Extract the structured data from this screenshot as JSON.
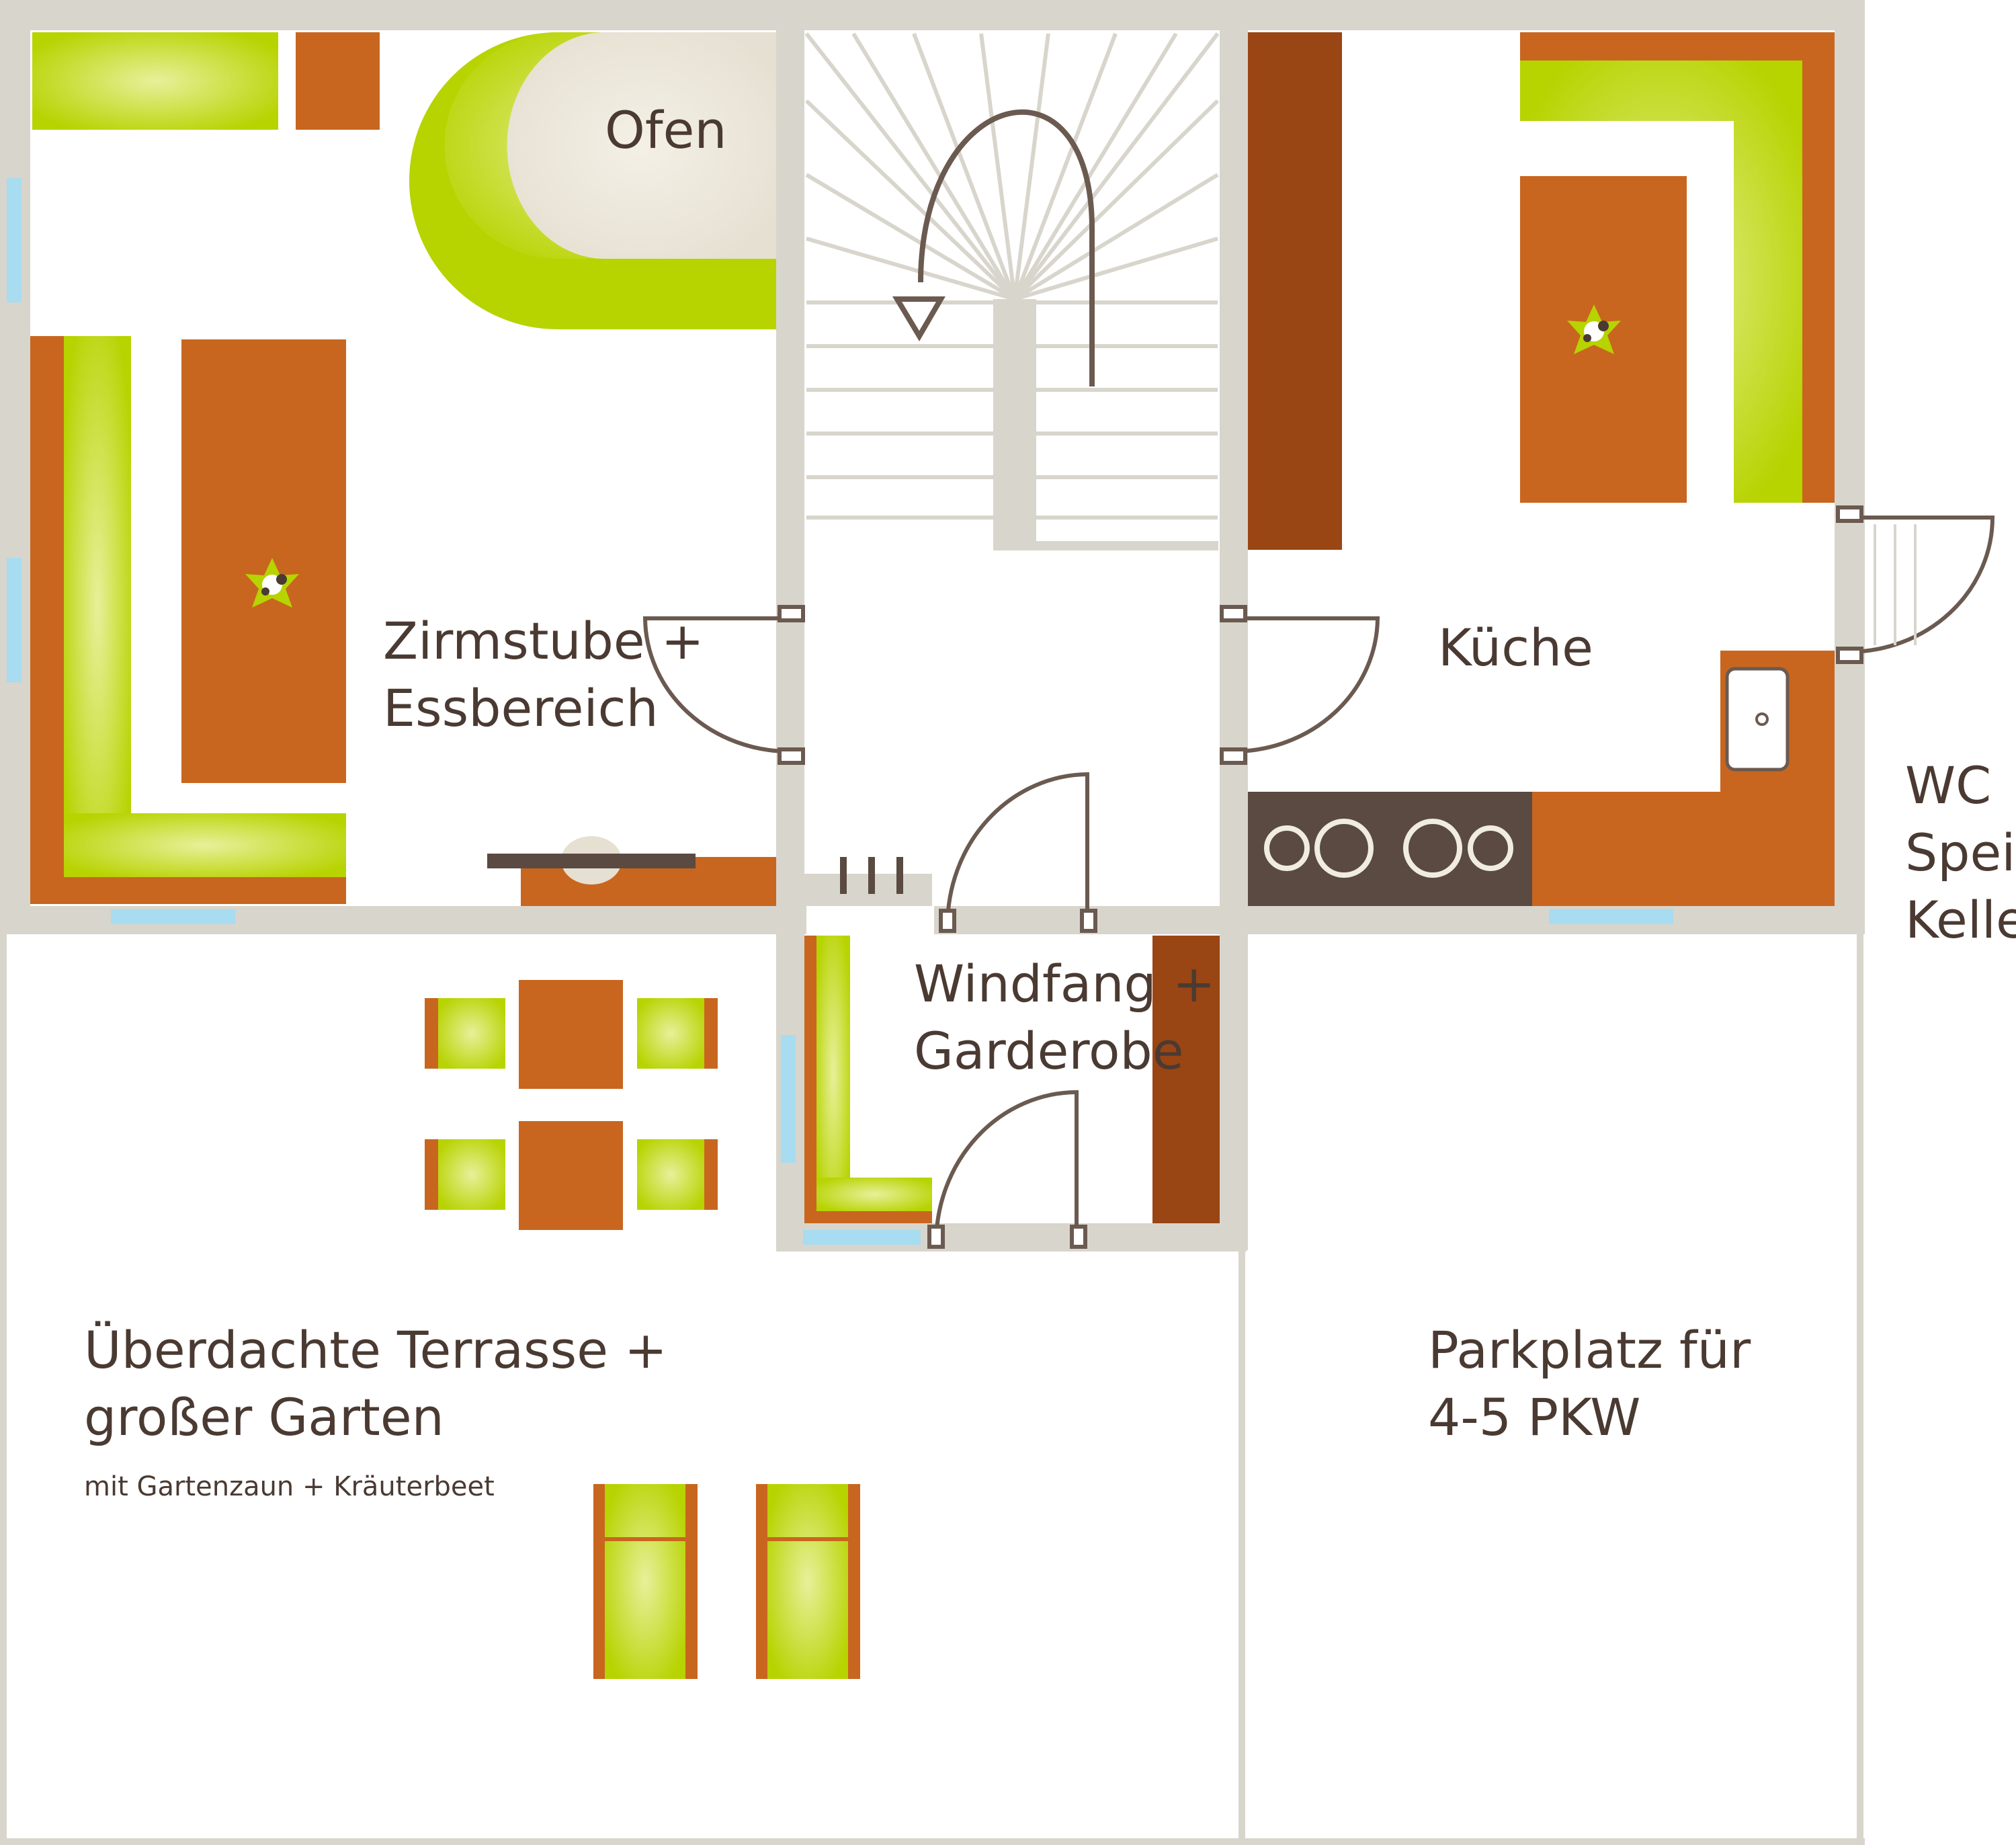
{
  "labels": {
    "ofen": "Ofen",
    "zirmstube_line1": "Zirmstube +",
    "zirmstube_line2": "Essbereich",
    "kueche": "Küche",
    "wc": "WC",
    "speis": "Speis",
    "keller": "Keller",
    "windfang_line1": "Windfang +",
    "windfang_line2": "Garderobe",
    "terrasse_line1": "Überdachte Terrasse +",
    "terrasse_line2": "großer Garten",
    "terrasse_note": "mit Gartenzaun + Kräuterbeet",
    "parkplatz_line1": "Parkplatz für",
    "parkplatz_line2": "4-5 PKW"
  },
  "colors": {
    "wall": "#d8d5cc",
    "orange": "#c8661f",
    "dark_orange": "#9a4514",
    "green": "#b7d300",
    "light_green": "#e3ee8a",
    "ofen_fill": "#ece7db",
    "stove": "#5a4a42",
    "line": "#6b5a50",
    "window": "#a8dcf0",
    "text": "#4a3a32"
  }
}
